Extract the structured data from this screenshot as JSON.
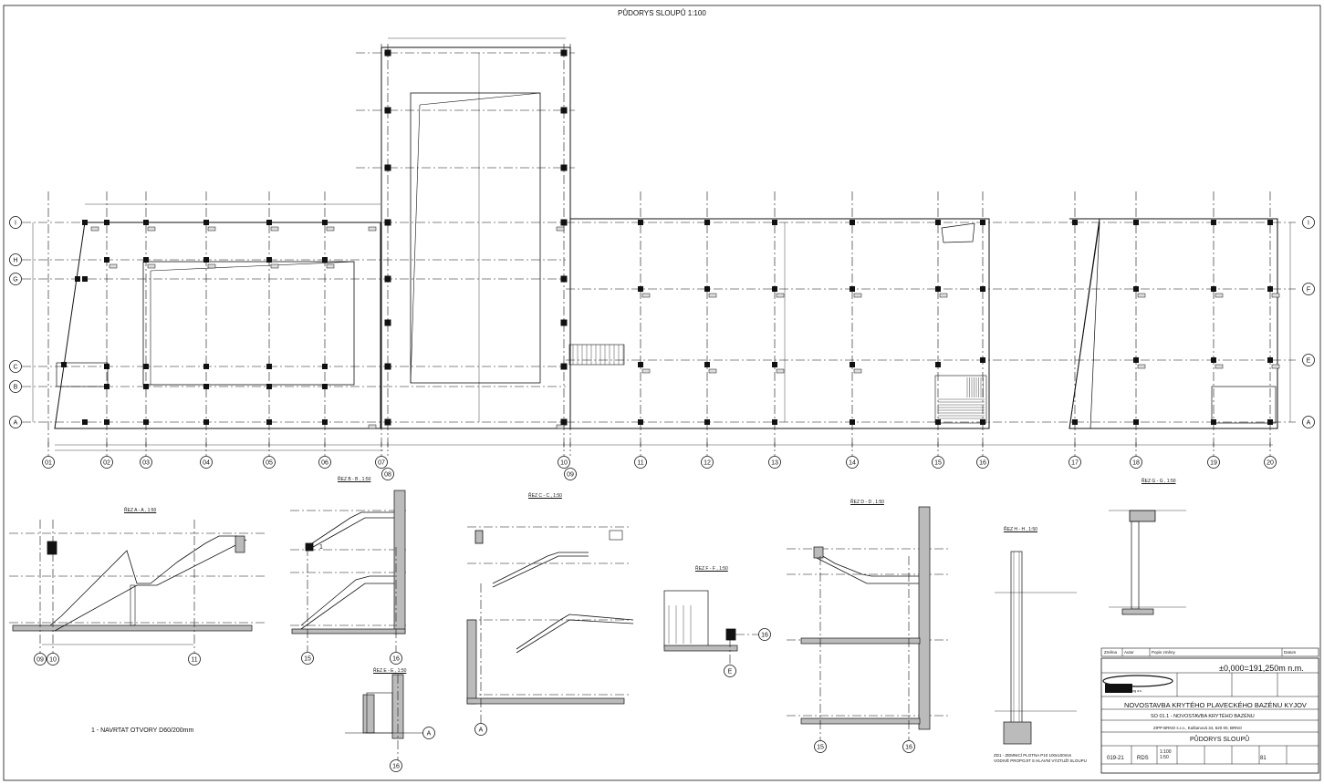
{
  "plan": {
    "title": "PŮDORYS SLOUPŮ 1:100",
    "grid_rows": [
      "I",
      "H",
      "G",
      "C",
      "B",
      "A"
    ],
    "grid_rows_right": [
      "I",
      "F",
      "E",
      "A"
    ],
    "grid_cols": [
      "01",
      "02",
      "03",
      "04",
      "05",
      "06",
      "07",
      "08",
      "10",
      "09",
      "11",
      "12",
      "13",
      "14",
      "15",
      "16",
      "17",
      "18",
      "19",
      "20"
    ]
  },
  "sections": {
    "a": "ŘEZ A - A , 1:50",
    "b": "ŘEZ B - B , 1:50",
    "c": "ŘEZ C - C , 1:50",
    "d": "ŘEZ D - D , 1:50",
    "e": "ŘEZ E - E , 1:50",
    "f": "ŘEZ F - F , 1:50",
    "g": "ŘEZ G - G , 1:50",
    "h": "ŘEZ H - H , 1:50"
  },
  "section_axes": {
    "a": [
      "09",
      "10",
      "11"
    ],
    "b": [
      "15",
      "16"
    ],
    "c": "A",
    "d": [
      "15",
      "16"
    ],
    "e": [
      "A",
      "16"
    ],
    "f": [
      "16",
      "E"
    ]
  },
  "section_marks": {
    "b": "1"
  },
  "notes": {
    "navrtat": "1 - NAVRTAT OTVORY D60/200mm",
    "zd1_line1": "ZD1 - ZEMNICÍ PLOTNA P10 100x100mm",
    "zd1_line2": "VODIVĚ PROPOJIT S HLAVNÍ VÝZTUŽÍ SLOUPU"
  },
  "title_block": {
    "header": [
      "Změna",
      "Autor",
      "Popis změny",
      "Datum"
    ],
    "level": "±0,000=191,250m n.m.",
    "company": "Roding a.s.",
    "project": "NOVOSTAVBA KRYTÉHO PLAVECKÉHO BAZÉNU KYJOV",
    "object": "SO 01.1 - NOVOSTAVBA KRYTÉHO BAZÉNU",
    "client": "ZIPP BRNO s.r.o., Kaštanová 34, 620 00, BRNO",
    "drawing": "PŮDORYS SLOUPŮ",
    "zakazka": "019-21",
    "stupen": "RDS",
    "meritko": "1:100",
    "meritko2": "1:50",
    "cislo_vykresu": "81"
  }
}
